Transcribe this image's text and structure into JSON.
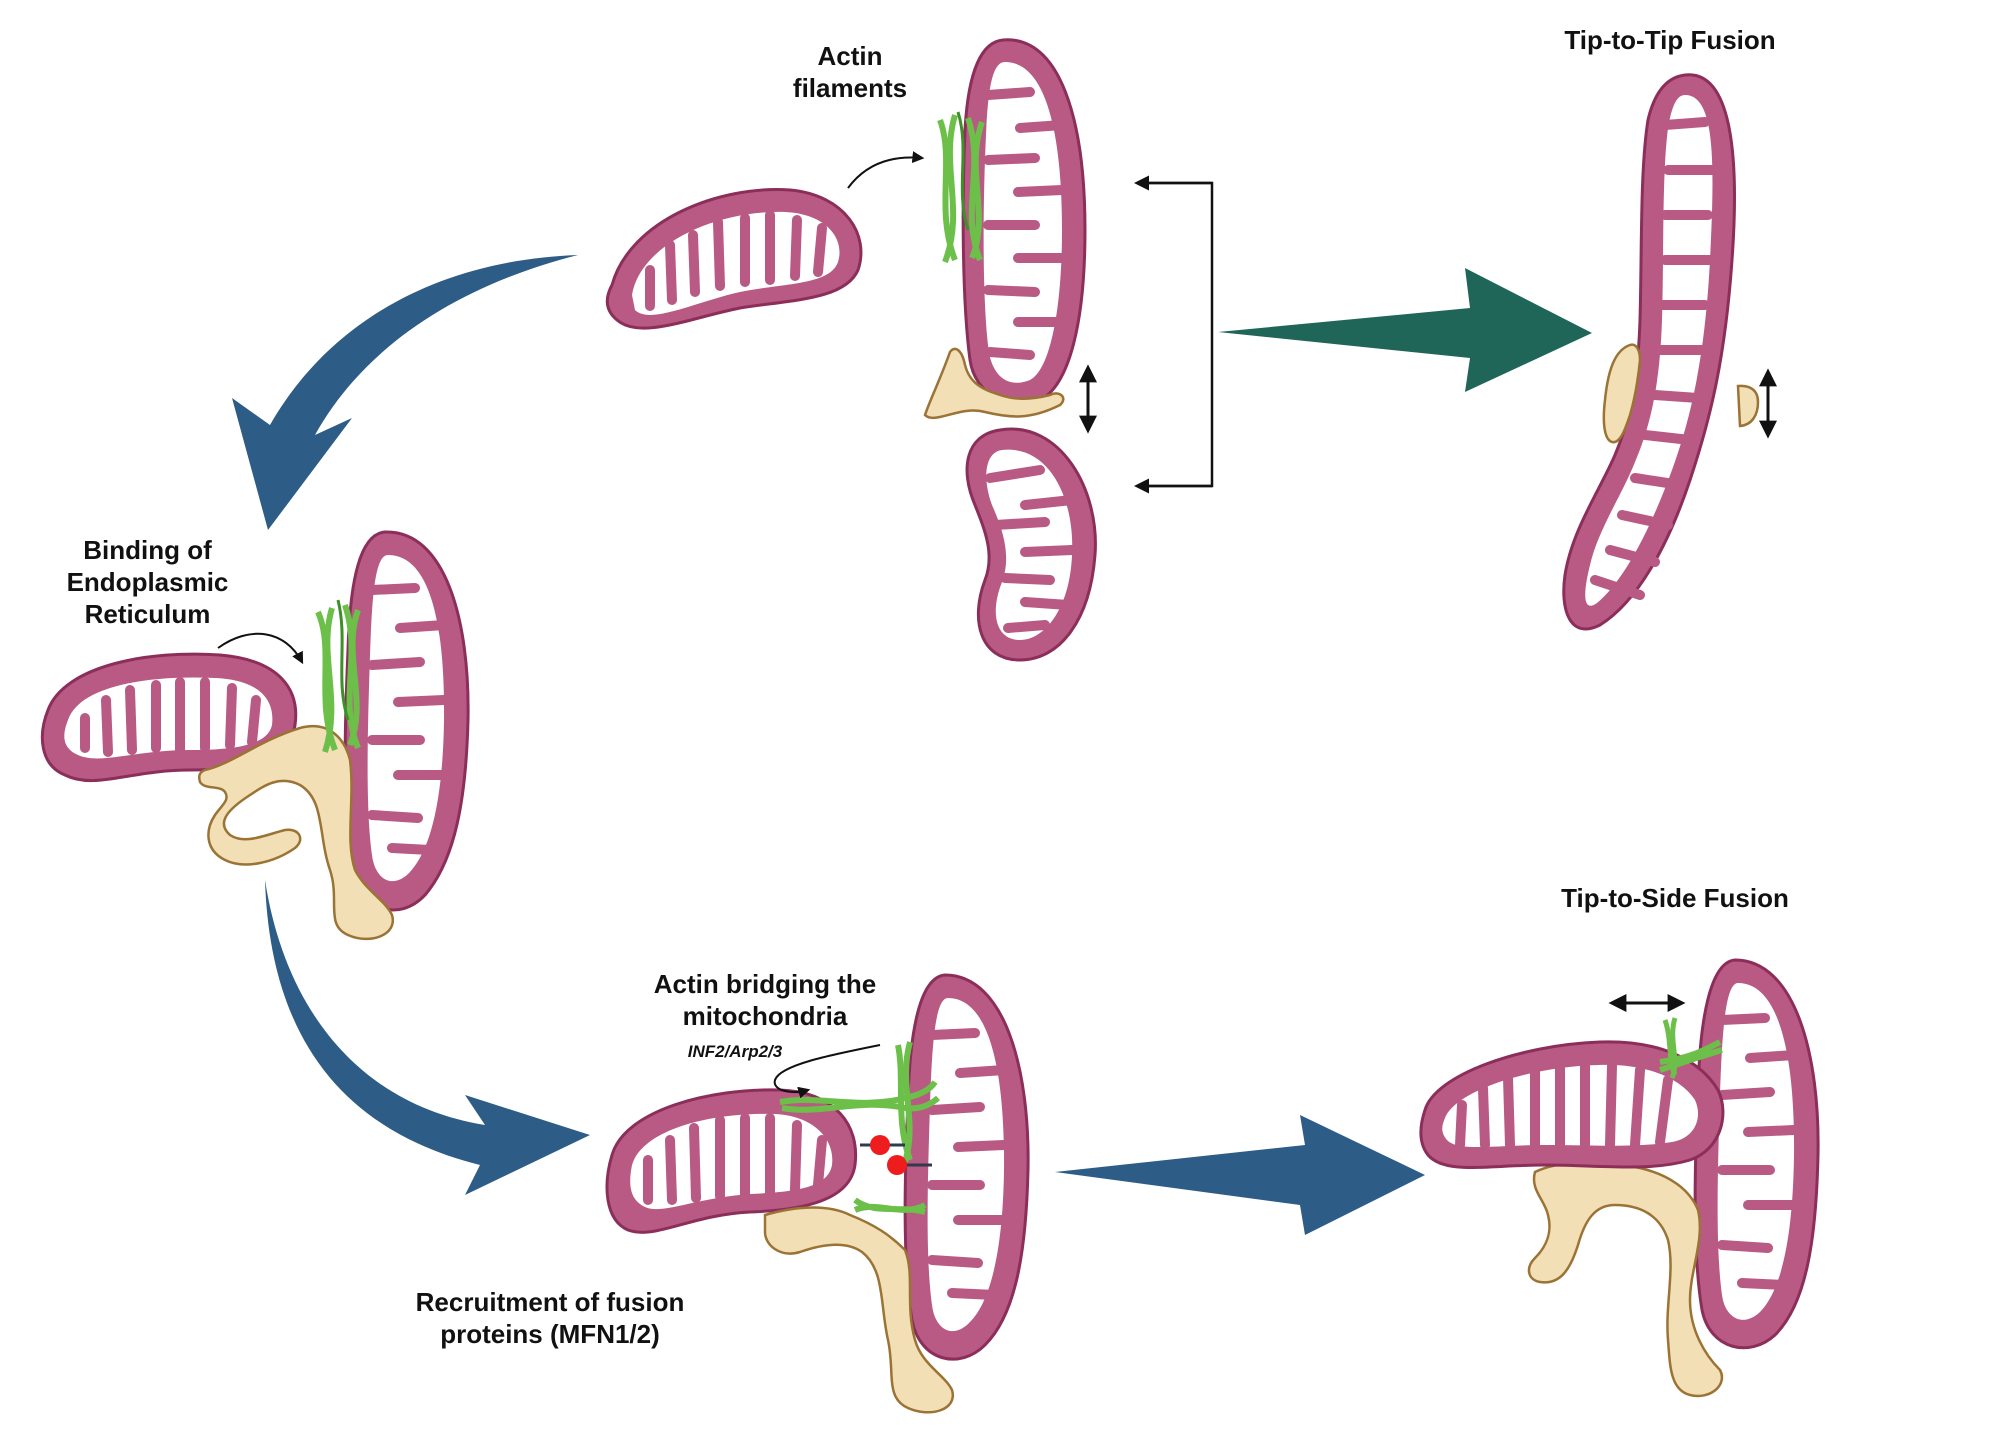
{
  "labels": {
    "actin_filaments_1": "Actin",
    "actin_filaments_2": "filaments",
    "tip_to_tip": "Tip-to-Tip Fusion",
    "binding_1": "Binding of",
    "binding_2": "Endoplasmic",
    "binding_3": "Reticulum",
    "actin_bridging_1": "Actin bridging the",
    "actin_bridging_2": "mitochondria",
    "inf2": "INF2/Arp2/3",
    "recruitment_1": "Recruitment of fusion",
    "recruitment_2": "proteins (MFN1/2)",
    "tip_to_side": "Tip-to-Side Fusion"
  },
  "colors": {
    "mito_fill": "#b85a83",
    "mito_stroke": "#8c2e5a",
    "er_fill": "#f3dfb6",
    "er_stroke": "#9a7335",
    "actin": "#6cc04a",
    "actin_dark": "#3d8f28",
    "blue_arrow": "#2d5c86",
    "green_arrow": "#1f6659",
    "fusion_protein": "#ee1c1c"
  }
}
